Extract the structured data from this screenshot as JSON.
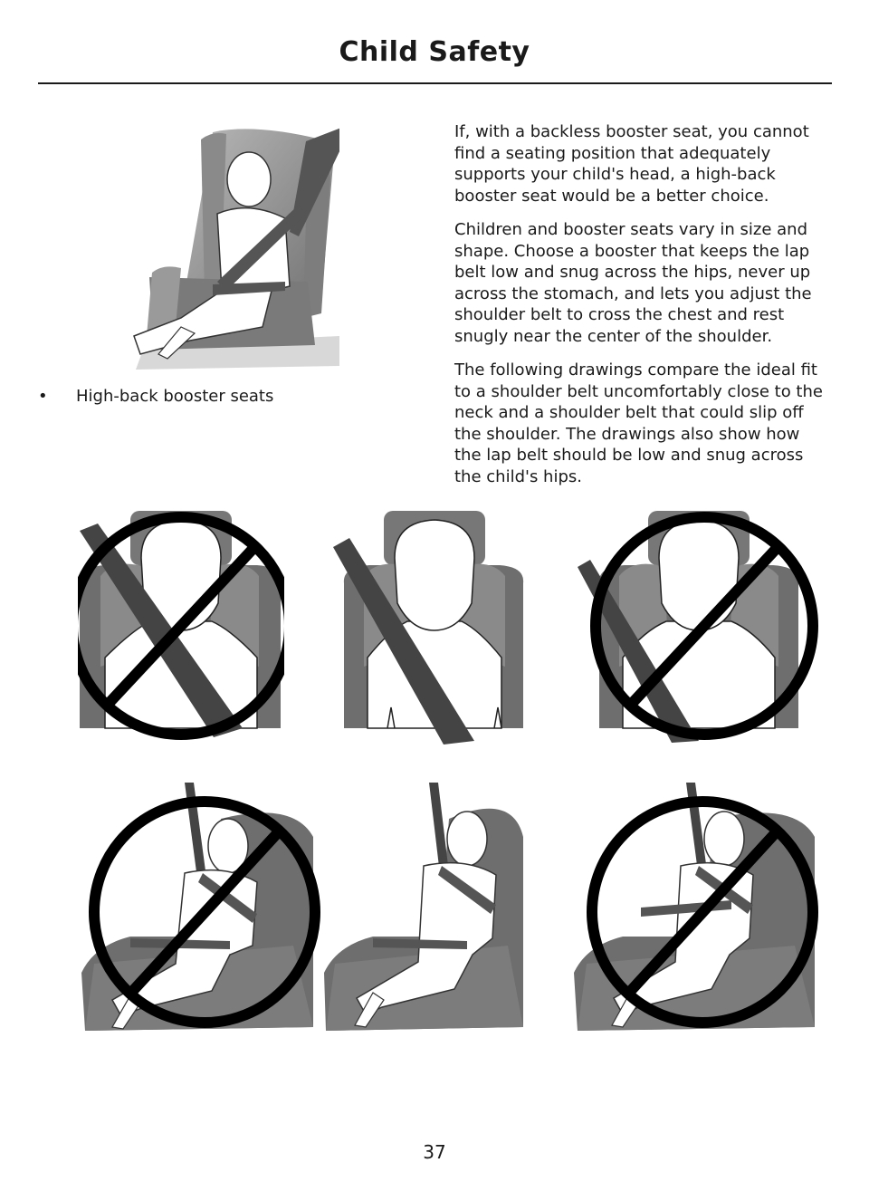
{
  "header": {
    "title": "Child Safety"
  },
  "list": {
    "bullet_symbol": "•",
    "item_1": "High-back booster seats"
  },
  "body": {
    "para_1": "If, with a backless booster seat, you cannot find a seating position that adequately supports your child's head, a high-back booster seat would be a better choice.",
    "para_2": "Children and booster seats vary in size and shape. Choose a booster that keeps the lap belt low and snug across the hips, never up across the stomach, and lets you adjust the shoulder belt to cross the chest and rest snugly near the center of the shoulder.",
    "para_3": "The following drawings compare the ideal fit to a shoulder belt uncomfortably close to the neck and a shoulder belt that could slip off the shoulder. The drawings also show how the lap belt should be low and snug across the child's hips."
  },
  "figures": {
    "high_back_seat": {
      "icon": "high-back-booster-seat-illustration"
    },
    "shoulder_row": [
      {
        "icon": "shoulder-belt-too-close-to-neck",
        "prohibited": true
      },
      {
        "icon": "shoulder-belt-correct-fit",
        "prohibited": false
      },
      {
        "icon": "shoulder-belt-slipping-off-shoulder",
        "prohibited": true
      }
    ],
    "lap_row": [
      {
        "icon": "lap-belt-across-stomach",
        "prohibited": true
      },
      {
        "icon": "lap-belt-correct-fit",
        "prohibited": false
      },
      {
        "icon": "lap-belt-too-high",
        "prohibited": true
      }
    ],
    "prohibited_icon": "prohibition-circle-icon",
    "colors": {
      "seat": "#6e6e6e",
      "seat_dark": "#4f4f4f",
      "belt": "#3d3d3d",
      "prohibit": "#000000"
    }
  },
  "footer": {
    "page_number": "37"
  }
}
